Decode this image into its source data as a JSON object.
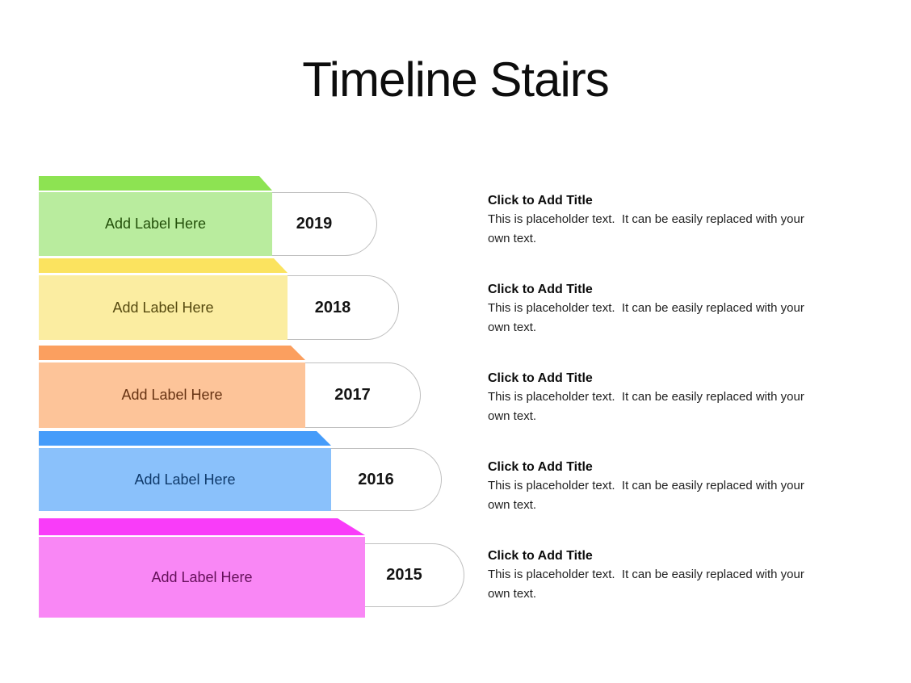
{
  "slide": {
    "title": "Timeline Stairs",
    "background_color": "#ffffff"
  },
  "pill": {
    "border_color": "#bfbfbf",
    "fill_color": "#ffffff"
  },
  "stairs": [
    {
      "year": "2019",
      "label": "Add Label Here",
      "strip_color": "#8de352",
      "body_color": "#b9ec9e",
      "label_text_color": "#234f0a"
    },
    {
      "year": "2018",
      "label": "Add Label Here",
      "strip_color": "#fbe35f",
      "body_color": "#fbeda1",
      "label_text_color": "#564a10"
    },
    {
      "year": "2017",
      "label": "Add Label Here",
      "strip_color": "#fb9f5f",
      "body_color": "#fdc499",
      "label_text_color": "#673313"
    },
    {
      "year": "2016",
      "label": "Add Label Here",
      "strip_color": "#459cfa",
      "body_color": "#8ac1fb",
      "label_text_color": "#0f3a6b"
    },
    {
      "year": "2015",
      "label": "Add Label Here",
      "strip_color": "#f93cf9",
      "body_color": "#f987f5",
      "label_text_color": "#65105a"
    }
  ],
  "descriptions": [
    {
      "title": "Click to Add Title",
      "lines": [
        "This is placeholder text.  It can be easily replaced with your",
        "own text."
      ]
    },
    {
      "title": "Click to Add Title",
      "lines": [
        "This is placeholder text.  It can be easily replaced with your",
        "own text."
      ]
    },
    {
      "title": "Click to Add Title",
      "lines": [
        "This is placeholder text.  It can be easily replaced with your",
        "own text."
      ]
    },
    {
      "title": "Click to Add Title",
      "lines": [
        "This is placeholder text.  It can be easily replaced with your",
        "own text."
      ]
    },
    {
      "title": "Click to Add Title",
      "lines": [
        "This is placeholder text.  It can be easily replaced with your",
        "own text."
      ]
    }
  ]
}
